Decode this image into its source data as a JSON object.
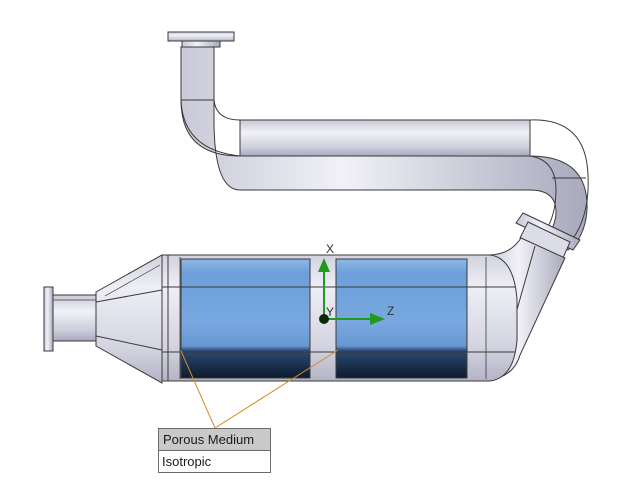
{
  "triad": {
    "x_label": "X",
    "y_label": "Y",
    "z_label": "Z"
  },
  "callout": {
    "title": "Porous Medium",
    "value": "Isotropic",
    "leader_color": "#d68a28"
  },
  "colors": {
    "pipe_light": "#e4e4ef",
    "pipe_dark": "#a9a9bd",
    "outline": "#3a3a3a",
    "porous_blue": "#6d9fd9",
    "porous_dark": "#0c1a2e",
    "axis_green": "#1f9a1f"
  }
}
